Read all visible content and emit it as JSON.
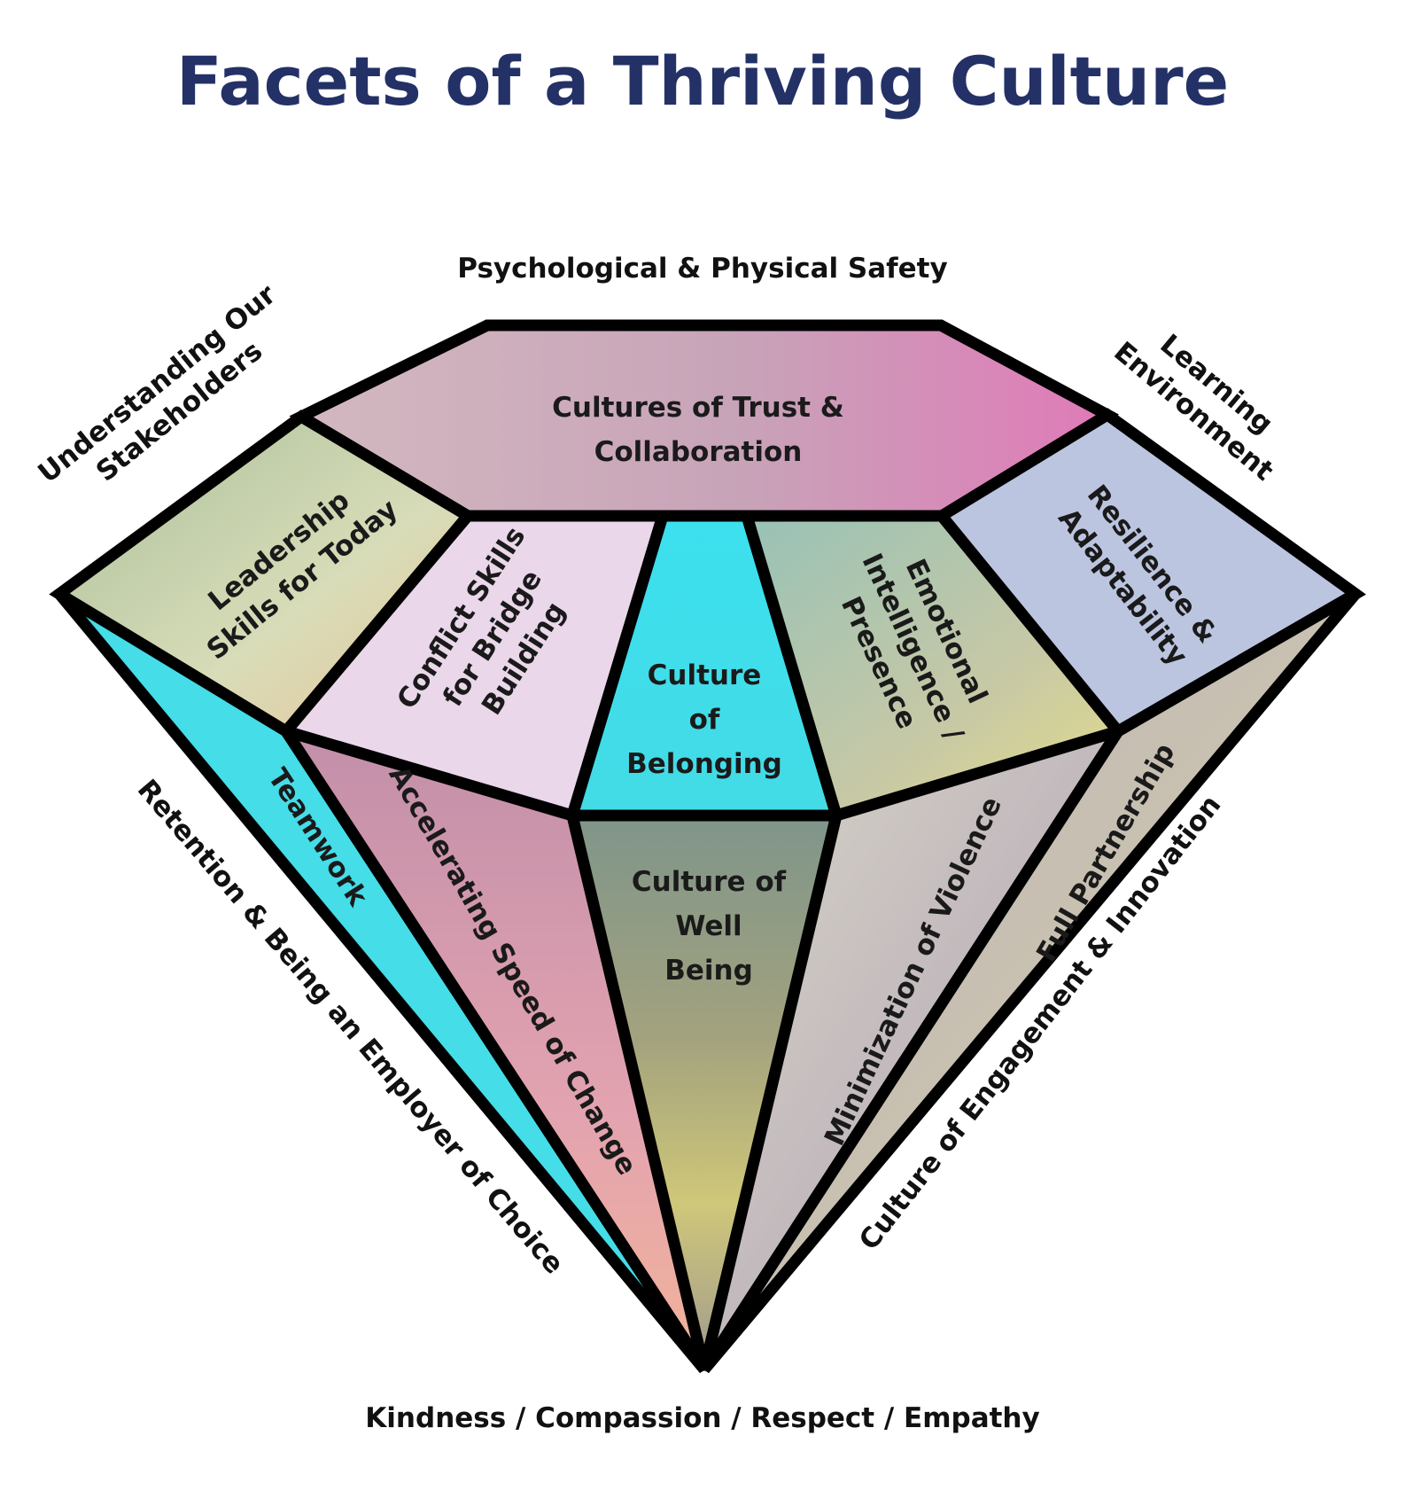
{
  "title": "Facets of a Thriving Culture",
  "outer_labels": {
    "top": "Psychological & Physical Safety",
    "upper_left": [
      "Understanding Our",
      "Stakeholders"
    ],
    "upper_right": [
      "Learning",
      "Environment"
    ],
    "lower_left": "Retention & Being an Employer of Choice",
    "lower_right": "Culture of Engagement & Innovation",
    "bottom": "Kindness / Compassion / Respect / Empathy"
  },
  "facets": {
    "trust": [
      "Cultures of Trust &",
      "Collaboration"
    ],
    "leadership": [
      "Leadership",
      "Skills for Today"
    ],
    "conflict": [
      "Conflict Skills",
      "for Bridge",
      "Building"
    ],
    "belonging": [
      "Culture",
      "of",
      "Belonging"
    ],
    "emotional": [
      "Emotional",
      "Intelligence /",
      "Presence"
    ],
    "resilience": [
      "Resilience &",
      "Adaptability"
    ],
    "teamwork": "Teamwork",
    "accelerating": "Accelerating Speed of Change",
    "wellbeing": [
      "Culture of",
      "Well",
      "Being"
    ],
    "violence": "Minimization of Violence",
    "partnership": "Full Partnership"
  },
  "colors": {
    "title": "#233166",
    "outline": "#000000",
    "trust": "#c9a0b6",
    "leadership": "#c2c9a6",
    "conflict": "#ead7ea",
    "belonging": "#40dde9",
    "emotional": "#b6c9aa",
    "resilience": "#bcc5e0",
    "teamwork": "#44dde8",
    "accelerating": "#c49aa6",
    "wellbeing": "#96a68a",
    "violence": "#c0bcbc",
    "partnership": "#c9b6c0"
  }
}
